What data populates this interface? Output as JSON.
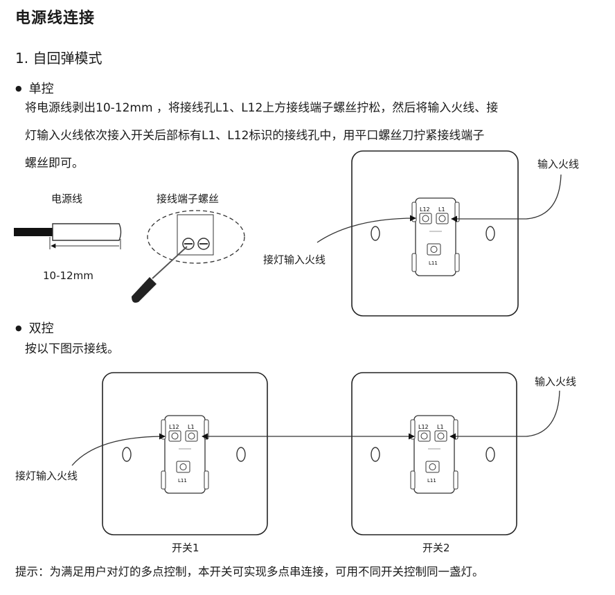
{
  "title": "电源线连接",
  "section": "1. 自回弹模式",
  "single": {
    "heading": "单控",
    "lines": [
      "将电源线剥出10-12mm ，将接线孔L1、L12上方接线端子螺丝拧松，然后将输入火线、接",
      "灯输入火线依次接入开关后部标有L1、L12标识的接线孔中，用平口螺丝刀拧紧接线端子",
      "螺丝即可。"
    ],
    "cable_label": "电源线",
    "strip_length": "10-12mm",
    "screw_label": "接线端子螺丝",
    "input_live": "输入火线",
    "lamp_live": "接灯输入火线"
  },
  "double": {
    "heading": "双控",
    "text": "按以下图示接线。",
    "input_live": "输入火线",
    "lamp_live": "接灯输入火线",
    "switch1": "开关1",
    "switch2": "开关2"
  },
  "terminals": {
    "l12": "L12",
    "l1": "L1",
    "l11": "L11"
  },
  "tip": "提示：为满足用户对灯的多点控制，本开关可实现多点串连接，可用不同开关控制同一盏灯。"
}
